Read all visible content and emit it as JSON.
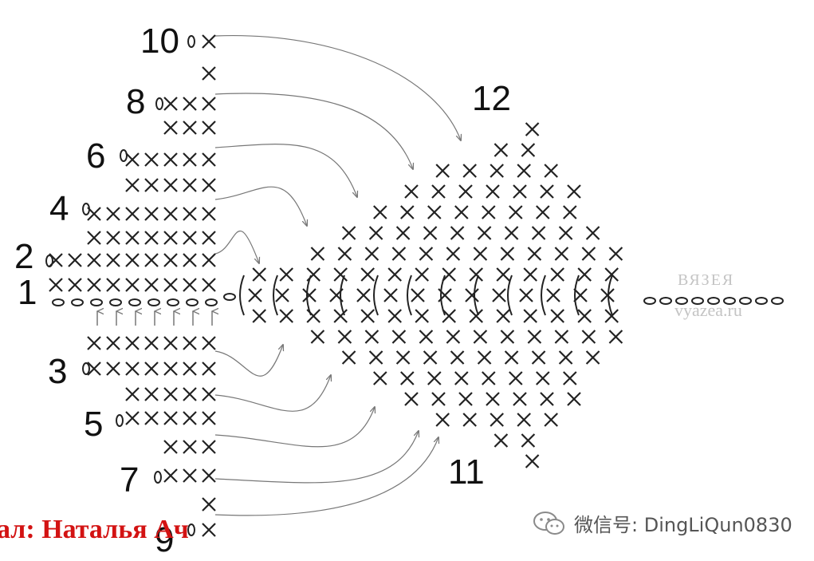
{
  "diagram": {
    "row_numbers": [
      "10",
      "8",
      "6",
      "4",
      "2",
      "1",
      "3",
      "5",
      "7",
      "9",
      "12",
      "11"
    ],
    "watermark": {
      "site_cyrillic": "ВЯЗЕЯ",
      "site_url": "vyazea.ru"
    },
    "author_credit": "ал: Наталья Ач",
    "wechat_account": "微信号: DingLiQun0830",
    "colors": {
      "ink": "#222222",
      "arrow": "#777777",
      "author": "#d31313",
      "watermark": "#c4c4c4"
    }
  }
}
